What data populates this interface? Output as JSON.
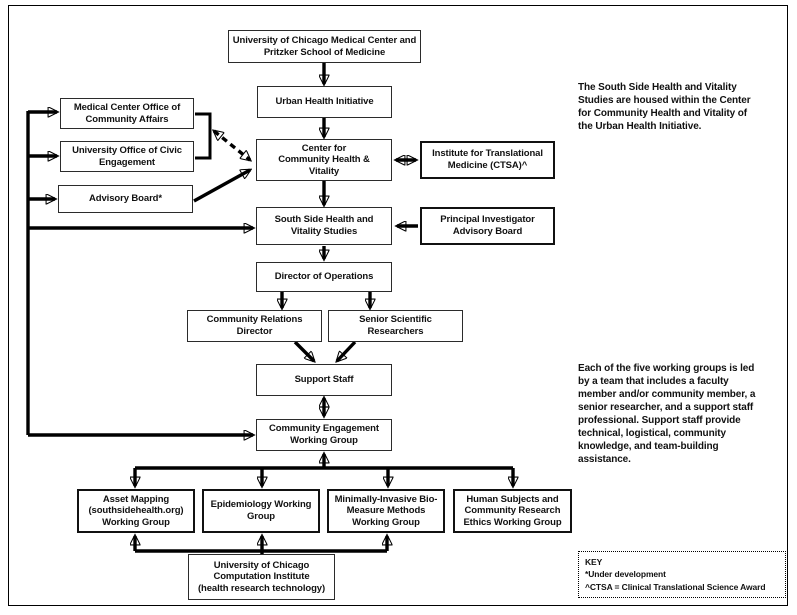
{
  "title": "South Side Health and Vitality Studies organizational chart",
  "nodes": {
    "univ_medical": {
      "label": "University of Chicago Medical Center and\nPritzker School of Medicine"
    },
    "urban_health": {
      "label": "Urban Health Initiative"
    },
    "center_chv": {
      "label": "Center for\nCommunity Health &\nVitality"
    },
    "institute_tm": {
      "label": "Institute for Translational\nMedicine (CTSA)^"
    },
    "south_side": {
      "label": "South Side Health and\nVitality Studies"
    },
    "pi_board": {
      "label": "Principal Investigator\nAdvisory Board"
    },
    "director_ops": {
      "label": "Director of Operations"
    },
    "comm_relations": {
      "label": "Community Relations\nDirector"
    },
    "senior_sci": {
      "label": "Senior Scientific\nResearchers"
    },
    "support_staff": {
      "label": "Support Staff"
    },
    "cewg": {
      "label": "Community Engagement\nWorking Group"
    },
    "mc_office": {
      "label": "Medical Center Office of\nCommunity Affairs"
    },
    "civic_office": {
      "label": "University Office of Civic\nEngagement"
    },
    "advisory": {
      "label": "Advisory Board*"
    },
    "asset_mapping": {
      "label": "Asset Mapping\n(southsidehealth.org)\nWorking Group"
    },
    "epidemiology": {
      "label": "Epidemiology Working\nGroup"
    },
    "bio_measure": {
      "label": "Minimally-Invasive Bio-\nMeasure Methods\nWorking Group"
    },
    "human_subjects": {
      "label": "Human Subjects and\nCommunity Research\nEthics Working Group"
    },
    "computation": {
      "label": "University of Chicago\nComputation Institute\n(health research technology)"
    }
  },
  "notes": {
    "housed": "The South Side Health and Vitality\nStudies are housed within the Center\nfor Community Health and Vitality of\nthe Urban Health Initiative.",
    "working_groups": "Each of the five working groups is led\nby a team that includes a faculty\nmember and/or community member, a\nsenior researcher, and a support staff\nprofessional. Support staff provide\ntechnical, logistical, community\nknowledge, and team-building\nassistance."
  },
  "key": {
    "title": "KEY",
    "entries": [
      "*Under development",
      "^CTSA = Clinical Translational Science Award"
    ]
  },
  "colors": {
    "line": "#000000",
    "border": "#2b2b2b",
    "background": "#ffffff",
    "text": "#111111"
  }
}
